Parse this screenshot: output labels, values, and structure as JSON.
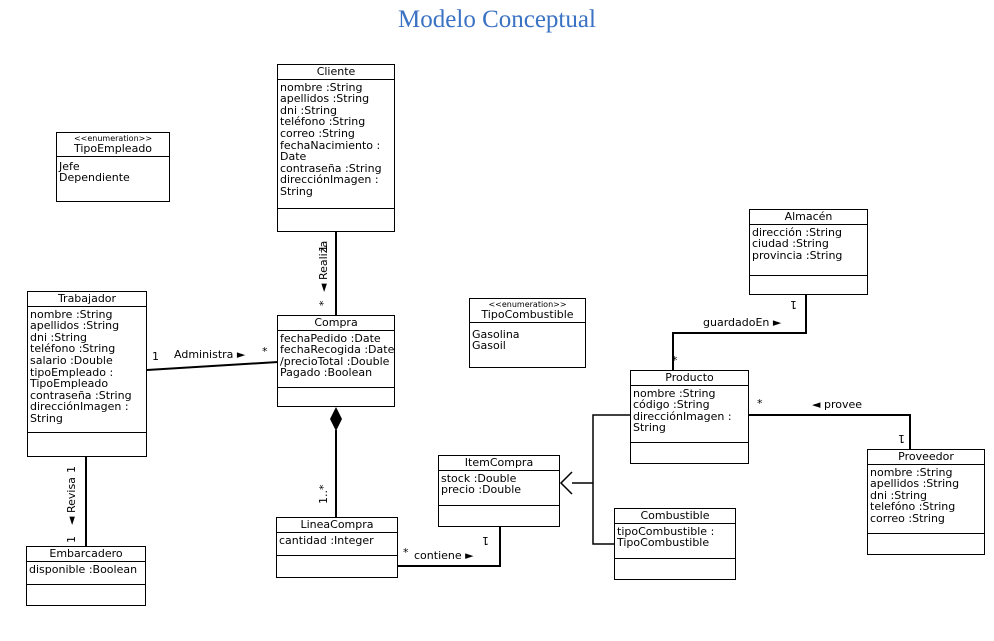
{
  "title": "Modelo Conceptual",
  "classes": {
    "cliente": {
      "name": "Cliente",
      "attrs": [
        "nombre :String",
        "apellidos :String",
        "dni :String",
        "teléfono :String",
        "correo :String",
        "fechaNacimiento :",
        "Date",
        "contraseña :String",
        "direcciónImagen :",
        "String"
      ]
    },
    "tipo_empleado": {
      "stereotype": "<<enumeration>>",
      "name": "TipoEmpleado",
      "attrs": [
        "Jefe",
        "Dependiente"
      ]
    },
    "trabajador": {
      "name": "Trabajador",
      "attrs": [
        "nombre :String",
        "apellidos :String",
        "dni :String",
        "teléfono :String",
        "salario :Double",
        "tipoEmpleado :",
        "TipoEmpleado",
        "contraseña :String",
        "direcciónImagen :",
        "String"
      ]
    },
    "compra": {
      "name": "Compra",
      "attrs": [
        "fechaPedido :Date",
        "fechaRecogida :Date",
        "/precioTotal :Double",
        "Pagado :Boolean"
      ]
    },
    "tipo_combustible": {
      "stereotype": "<<enumeration>>",
      "name": "TipoCombustible",
      "attrs": [
        "Gasolina",
        "Gasoil"
      ]
    },
    "almacen": {
      "name": "Almacén",
      "attrs": [
        "dirección :String",
        "ciudad :String",
        "provincia :String"
      ]
    },
    "producto": {
      "name": "Producto",
      "attrs": [
        "nombre :String",
        "código :String",
        "direcciónImagen :",
        "String"
      ]
    },
    "proveedor": {
      "name": "Proveedor",
      "attrs": [
        "nombre :String",
        "apellidos :String",
        "dni :String",
        "telefóno :String",
        "correo :String"
      ]
    },
    "item_compra": {
      "name": "ItemCompra",
      "attrs": [
        "stock :Double",
        "precio :Double"
      ]
    },
    "combustible": {
      "name": "Combustible",
      "attrs": [
        "tipoCombustible :",
        "TipoCombustible"
      ]
    },
    "linea_compra": {
      "name": "LineaCompra",
      "attrs": [
        "cantidad :Integer"
      ]
    },
    "embarcadero": {
      "name": "Embarcadero",
      "attrs": [
        "disponible :Boolean"
      ]
    }
  },
  "associations": {
    "realiza": {
      "label": "◄ Realiza",
      "mult_a": "1",
      "mult_b": "*"
    },
    "administra": {
      "label": "Administra ►",
      "mult_a": "1",
      "mult_b": "*"
    },
    "revisa": {
      "label": "◄ Revisa",
      "mult_a": "1",
      "mult_b": "1"
    },
    "composition": {
      "mult": "1..*"
    },
    "contiene": {
      "label": "contiene ►",
      "mult_a": "*",
      "mult_b": "1"
    },
    "guardado_en": {
      "label": "guardadoEn ►",
      "mult_a": "*",
      "mult_b": "1"
    },
    "provee": {
      "label": "◄ provee",
      "mult_a": "*",
      "mult_b": "1"
    }
  }
}
